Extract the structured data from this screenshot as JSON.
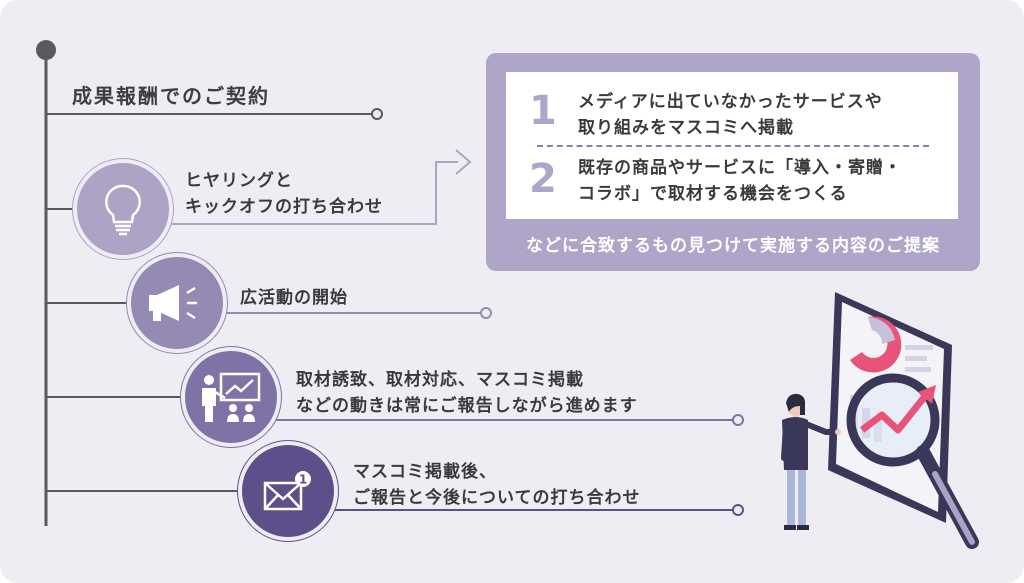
{
  "title": "成果報酬でのご契約",
  "steps": [
    {
      "line1": "ヒヤリングと",
      "line2": "キックオフの打ち合わせ",
      "icon": "lightbulb-icon"
    },
    {
      "line1": "広活動の開始",
      "icon": "megaphone-icon"
    },
    {
      "line1": "取材誘致、取材対応、マスコミ掲載",
      "line2": "などの動きは常にご報告しながら進めます",
      "icon": "presentation-icon"
    },
    {
      "line1": "マスコミ掲載後、",
      "line2": "ご報告と今後についての打ち合わせ",
      "icon": "mail-notification-icon",
      "badge": "1"
    }
  ],
  "proposal": {
    "items": [
      {
        "number": "1",
        "line1": "メディアに出ていなかったサービスや",
        "line2": "取り組みをマスコミへ掲載"
      },
      {
        "number": "2",
        "line1": "既存の商品やサービスに「導入・寄贈・",
        "line2": "コラボ」で取材する機会をつくる"
      }
    ],
    "caption": "などに合致するもの見つけて実施する内容のご提案"
  },
  "colors": {
    "background": "#efedf4",
    "line": "#5a5a5a",
    "step1": "#aca3c5",
    "step2": "#948ab3",
    "step3": "#7f72a6",
    "step4": "#5d4f8a",
    "panel": "#aea5c9",
    "accent_pink": "#e8537a"
  },
  "illustration": "person-with-magnifier-analytics"
}
